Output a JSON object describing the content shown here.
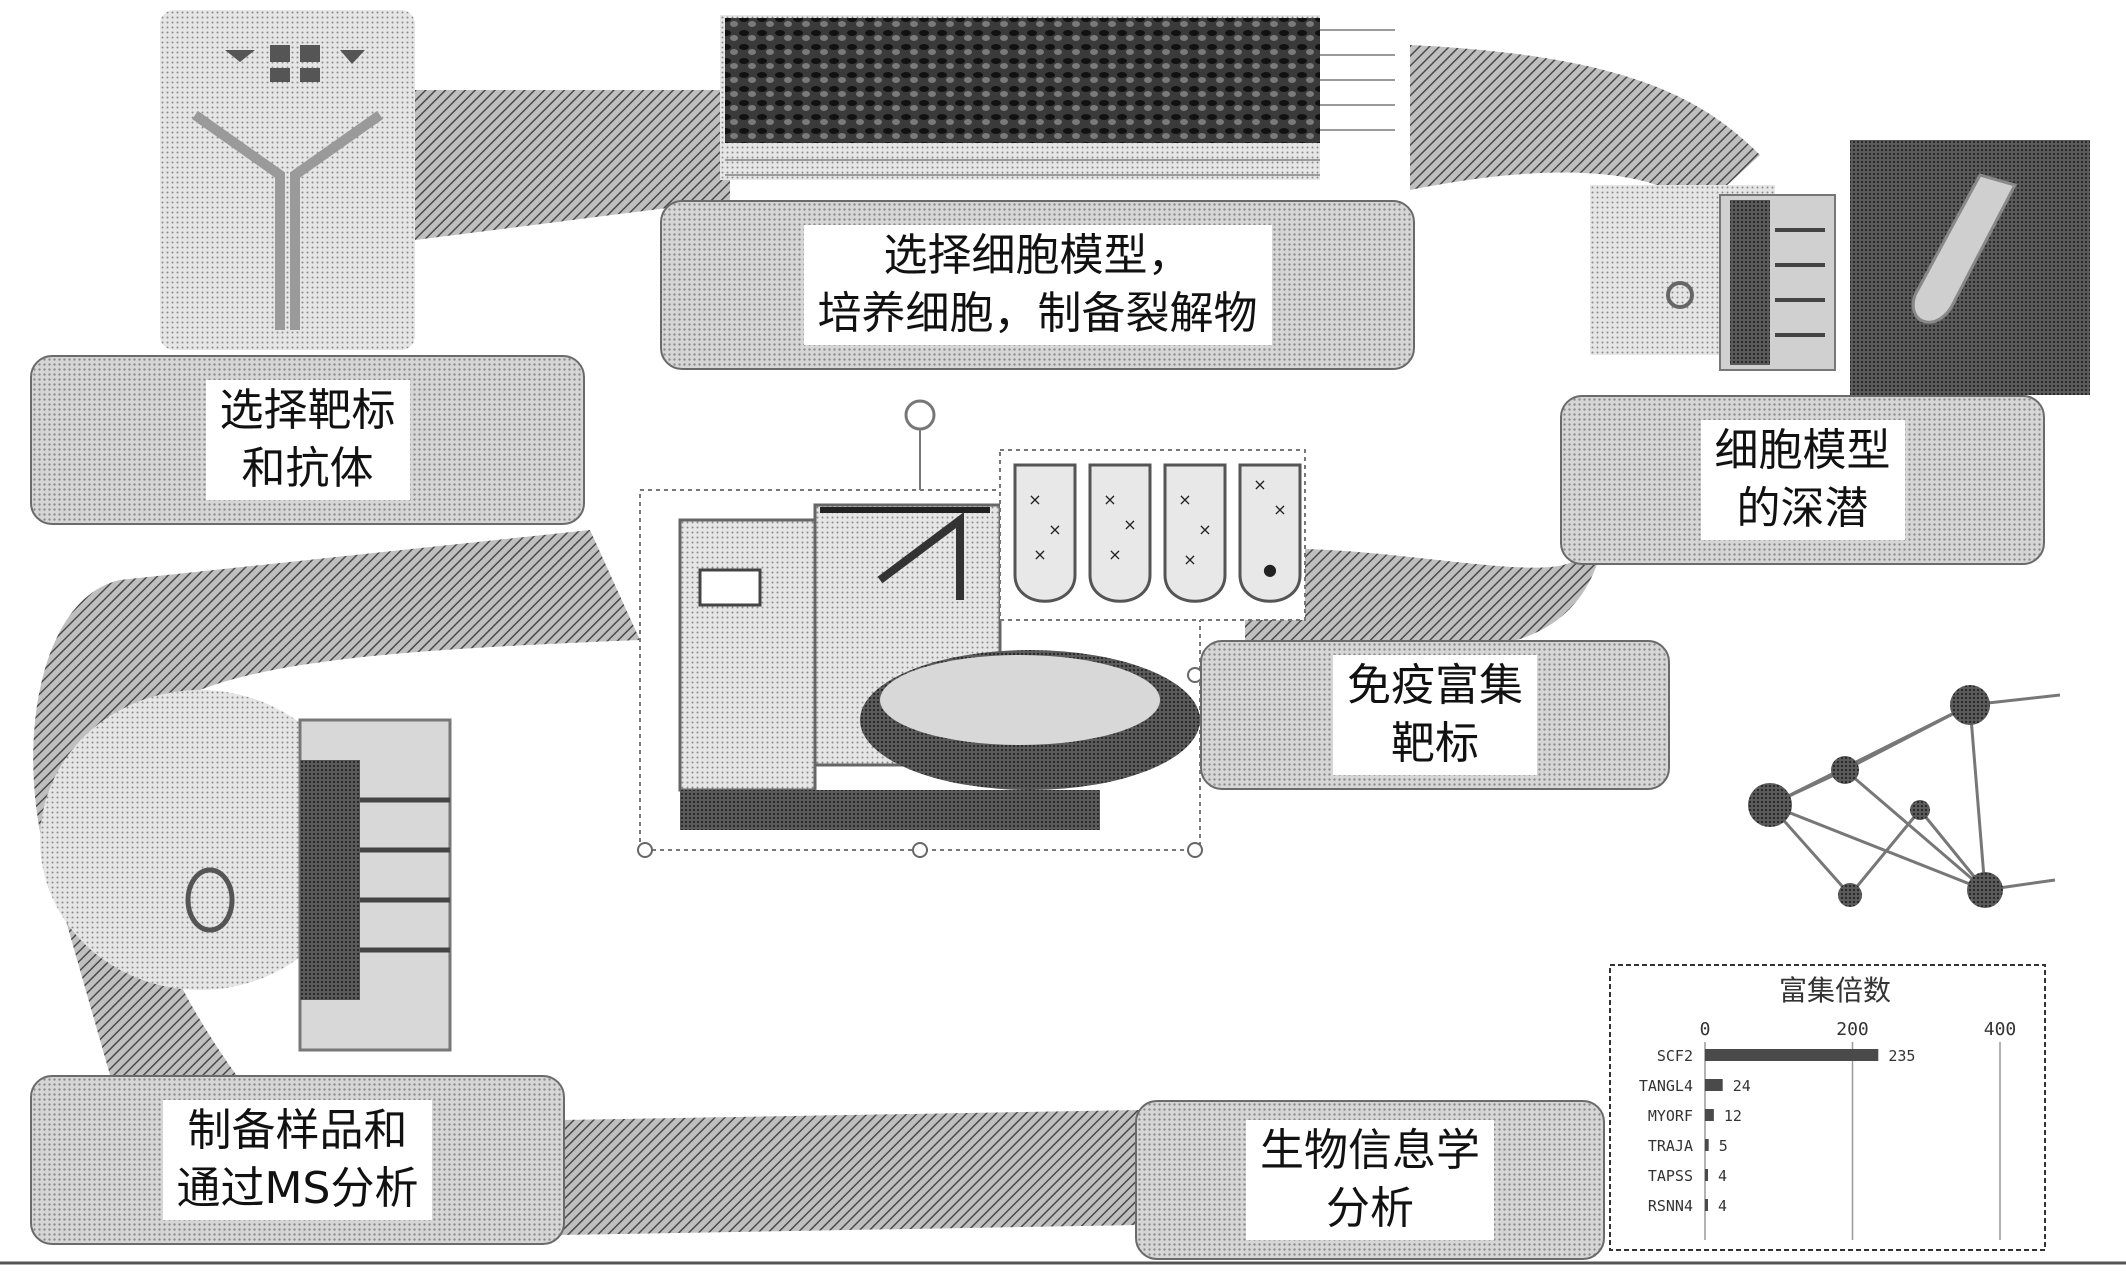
{
  "steps": {
    "select_target": {
      "line1": "选择靶标",
      "line2": "和抗体"
    },
    "cell_model": {
      "line1": "选择细胞模型，",
      "line2": "培养细胞，制备裂解物"
    },
    "deep_dive": {
      "line1": "细胞模型",
      "line2": "的深潜"
    },
    "immuno_enrich": {
      "line1": "免疫富集",
      "line2": "靶标"
    },
    "ms_analysis": {
      "line1": "制备样品和",
      "line2": "通过MS分析"
    },
    "bioinformatics": {
      "line1": "生物信息学",
      "line2": "分析"
    }
  },
  "chart_data": {
    "type": "bar",
    "title": "富集倍数",
    "categories": [
      "SCF2",
      "TANGL4",
      "MYORF",
      "TRAJA",
      "TAPSS",
      "RSNN4"
    ],
    "values": [
      235,
      24,
      12,
      5,
      4,
      4
    ],
    "value_labels": [
      "235",
      "24",
      "12",
      "5",
      "4",
      "4"
    ],
    "xlim": [
      0,
      400
    ],
    "x_ticks": [
      "0",
      "200",
      "400"
    ],
    "orientation": "horizontal",
    "grid": true
  },
  "colors": {
    "arrow": "#5a5a5a",
    "box_fill": "#d6d6d6",
    "box_border": "#6a6a6a",
    "bar": "#4a4a4a"
  },
  "icons": {
    "antibody": "antibody-icon",
    "gel": "gel-image-icon",
    "mass_spec_instrument": "mass-spectrometer-icon",
    "sample_tube": "sample-tube-icon",
    "enrichment_instrument": "liquid-handler-icon",
    "tubes": "enrichment-tubes-icon",
    "network": "protein-network-icon"
  }
}
